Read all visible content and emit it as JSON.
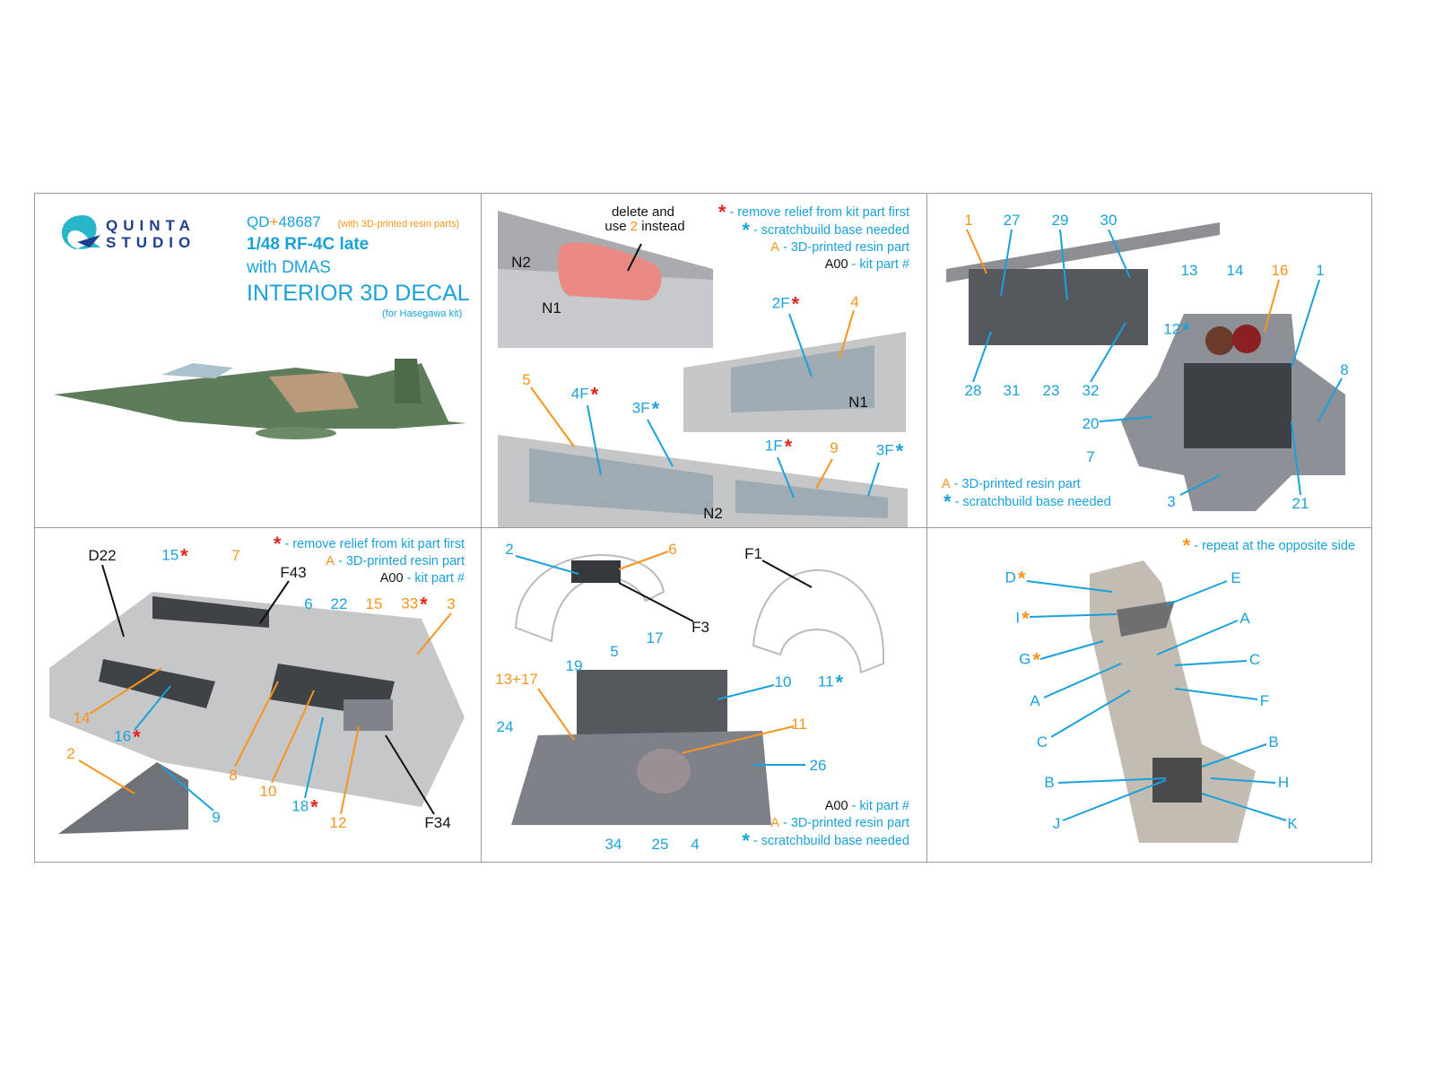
{
  "colors": {
    "blue": "#1ba1d9",
    "orange": "#f7941d",
    "red": "#e2231a",
    "black": "#111111"
  },
  "header": {
    "logo": "QUINTA STUDIO",
    "logo_line1": "QUINTA",
    "logo_line2": "STUDIO",
    "code_prefix": "QD",
    "code_plus": "+",
    "code_number": "48687",
    "resin_note": "(with 3D-printed resin parts)",
    "model": "1/48 RF-4C late",
    "variant": "with DMAS",
    "product": "INTERIOR 3D DECAL",
    "kit": "(for Hasegawa kit)"
  },
  "legend": {
    "remove": "- remove relief from kit part first",
    "scratch": "- scratchbuild base needed",
    "resin_key": "A",
    "resin": "- 3D-printed resin part",
    "kit_key": "A00",
    "kit": "- kit part #",
    "repeat": "- repeat at the opposite side",
    "star": "*"
  },
  "panel2": {
    "callout_line1": "delete and",
    "callout_pre": "use ",
    "callout_num": "2",
    "callout_post": " instead",
    "labels": [
      {
        "text": "N2"
      },
      {
        "text": "N1"
      },
      {
        "text": "2F",
        "mark": "*"
      },
      {
        "text": "4"
      },
      {
        "text": "N1"
      },
      {
        "text": "5"
      },
      {
        "text": "4F",
        "mark": "*"
      },
      {
        "text": "3F",
        "mark": "*"
      },
      {
        "text": "1F",
        "mark": "*"
      },
      {
        "text": "9"
      },
      {
        "text": "3F",
        "mark": "*"
      },
      {
        "text": "N2"
      }
    ]
  },
  "panel3": {
    "labels": [
      {
        "text": "1"
      },
      {
        "text": "27"
      },
      {
        "text": "29"
      },
      {
        "text": "30"
      },
      {
        "text": "13"
      },
      {
        "text": "14"
      },
      {
        "text": "16"
      },
      {
        "text": "1"
      },
      {
        "text": "12",
        "mark": "*"
      },
      {
        "text": "8"
      },
      {
        "text": "28"
      },
      {
        "text": "31"
      },
      {
        "text": "23"
      },
      {
        "text": "32"
      },
      {
        "text": "20"
      },
      {
        "text": "7"
      },
      {
        "text": "3"
      },
      {
        "text": "21"
      }
    ]
  },
  "panel4": {
    "labels": [
      {
        "text": "D22"
      },
      {
        "text": "15",
        "mark": "*"
      },
      {
        "text": "7"
      },
      {
        "text": "F43"
      },
      {
        "text": "6"
      },
      {
        "text": "22"
      },
      {
        "text": "15"
      },
      {
        "text": "33",
        "mark": "*"
      },
      {
        "text": "3"
      },
      {
        "text": "14"
      },
      {
        "text": "16",
        "mark": "*"
      },
      {
        "text": "2"
      },
      {
        "text": "8"
      },
      {
        "text": "10"
      },
      {
        "text": "9"
      },
      {
        "text": "18",
        "mark": "*"
      },
      {
        "text": "12"
      },
      {
        "text": "F34"
      }
    ]
  },
  "panel5": {
    "labels": [
      {
        "text": "2"
      },
      {
        "text": "6"
      },
      {
        "text": "F1"
      },
      {
        "text": "F3"
      },
      {
        "text": "5"
      },
      {
        "text": "17"
      },
      {
        "text": "19"
      },
      {
        "text": "10"
      },
      {
        "text": "11",
        "mark": "*"
      },
      {
        "text": "13+17"
      },
      {
        "text": "11"
      },
      {
        "text": "24"
      },
      {
        "text": "26"
      },
      {
        "text": "34"
      },
      {
        "text": "25"
      },
      {
        "text": "4"
      }
    ]
  },
  "panel6": {
    "labels": [
      {
        "text": "D",
        "mark": "*"
      },
      {
        "text": "E"
      },
      {
        "text": "I",
        "mark": "*"
      },
      {
        "text": "A"
      },
      {
        "text": "G",
        "mark": "*"
      },
      {
        "text": "C"
      },
      {
        "text": "A"
      },
      {
        "text": "F"
      },
      {
        "text": "C"
      },
      {
        "text": "B"
      },
      {
        "text": "B"
      },
      {
        "text": "H"
      },
      {
        "text": "J"
      },
      {
        "text": "K"
      }
    ]
  }
}
